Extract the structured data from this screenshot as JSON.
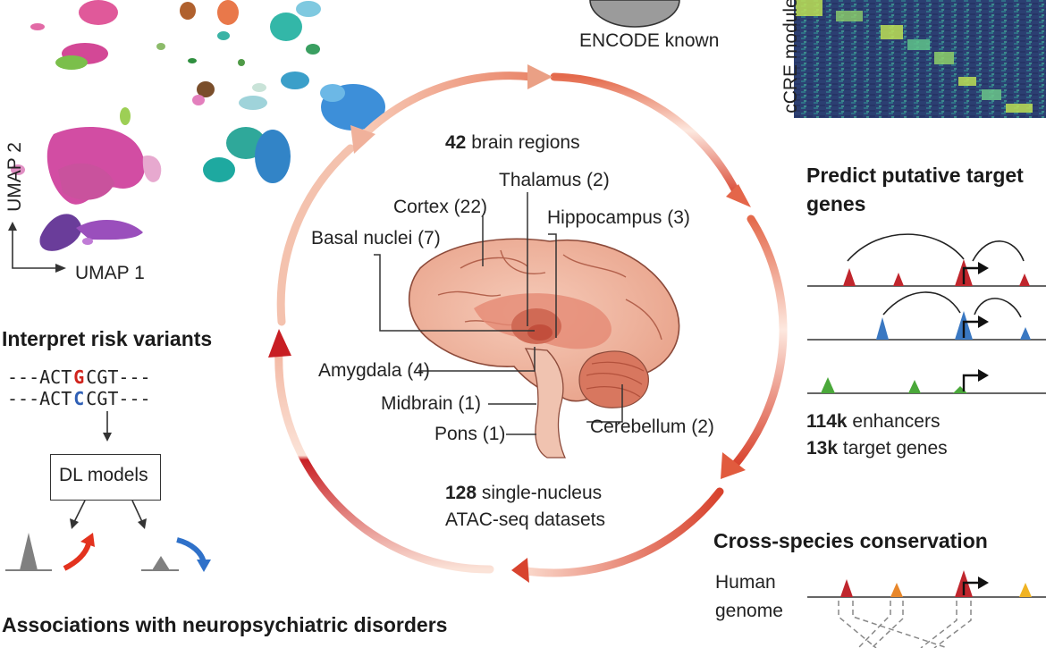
{
  "umap": {
    "axis_x_label": "UMAP 1",
    "axis_y_label": "UMAP 2"
  },
  "encode": {
    "label": "ENCODE known"
  },
  "heatmap": {
    "label": "cCRE module"
  },
  "center": {
    "regions_count": "42",
    "regions_label": " brain regions",
    "datasets_count": "128",
    "datasets_line1": " single-nucleus",
    "datasets_line2": "ATAC-seq datasets",
    "brain_labels": {
      "thalamus": "Thalamus (2)",
      "cortex": "Cortex (22)",
      "hippocampus": "Hippocampus (3)",
      "basal_nuclei": "Basal nuclei (7)",
      "amygdala": "Amygdala (4)",
      "midbrain": "Midbrain (1)",
      "pons": "Pons (1)",
      "cerebellum": "Cerebellum (2)"
    }
  },
  "predict": {
    "title_line1": "Predict putative target",
    "title_line2": "genes",
    "enhancers_count": "114k",
    "enhancers_label": " enhancers",
    "genes_count": "13k",
    "genes_label": " target genes"
  },
  "risk": {
    "title": "Interpret risk variants",
    "seq1_left": "---ACT",
    "seq1_var": "G",
    "seq1_right": "CGT---",
    "seq2_left": "---ACT",
    "seq2_var": "C",
    "seq2_right": "CGT---",
    "model_label": "DL models"
  },
  "conservation": {
    "title": "Cross-species conservation",
    "species_line1": "Human",
    "species_line2": "genome"
  },
  "associations": {
    "title": "Associations with neuropsychiatric disorders"
  },
  "colors": {
    "red": "#c0262d",
    "blue": "#3a78c2",
    "green": "#4aa83a",
    "orange": "#e8872b",
    "yellow": "#f0b323",
    "cycle_dark": "#c81f24",
    "cycle_light": "#f2b9a5"
  }
}
